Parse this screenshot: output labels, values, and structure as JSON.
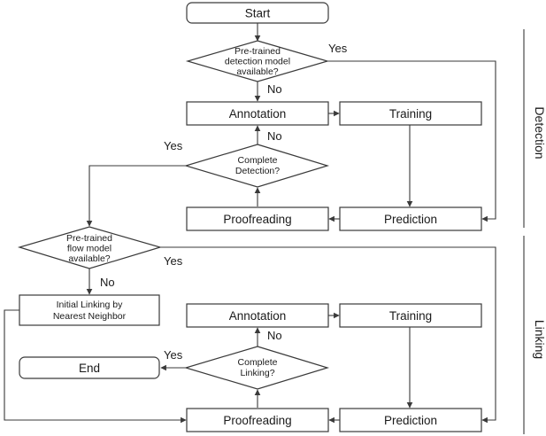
{
  "nodes": {
    "start": "Start",
    "pretrained_detection": [
      "Pre-trained",
      "detection model",
      "available?"
    ],
    "det_annotation": "Annotation",
    "det_training": "Training",
    "complete_detection": [
      "Complete",
      "Detection?"
    ],
    "det_proofreading": "Proofreading",
    "det_prediction": "Prediction",
    "pretrained_flow": [
      "Pre-trained",
      "flow model",
      "available?"
    ],
    "initial_linking": [
      "Initial Linking by",
      "Nearest Neighbor"
    ],
    "link_annotation": "Annotation",
    "link_training": "Training",
    "end": "End",
    "complete_linking": [
      "Complete",
      "Linking?"
    ],
    "link_proofreading": "Proofreading",
    "link_prediction": "Prediction"
  },
  "edge_labels": {
    "det_model_yes": "Yes",
    "det_model_no": "No",
    "complete_det_no": "No",
    "complete_det_yes": "Yes",
    "flow_model_yes": "Yes",
    "flow_model_no": "No",
    "complete_link_no": "No",
    "complete_link_yes": "Yes"
  },
  "sections": {
    "detection": "Detection",
    "linking": "Linking"
  }
}
